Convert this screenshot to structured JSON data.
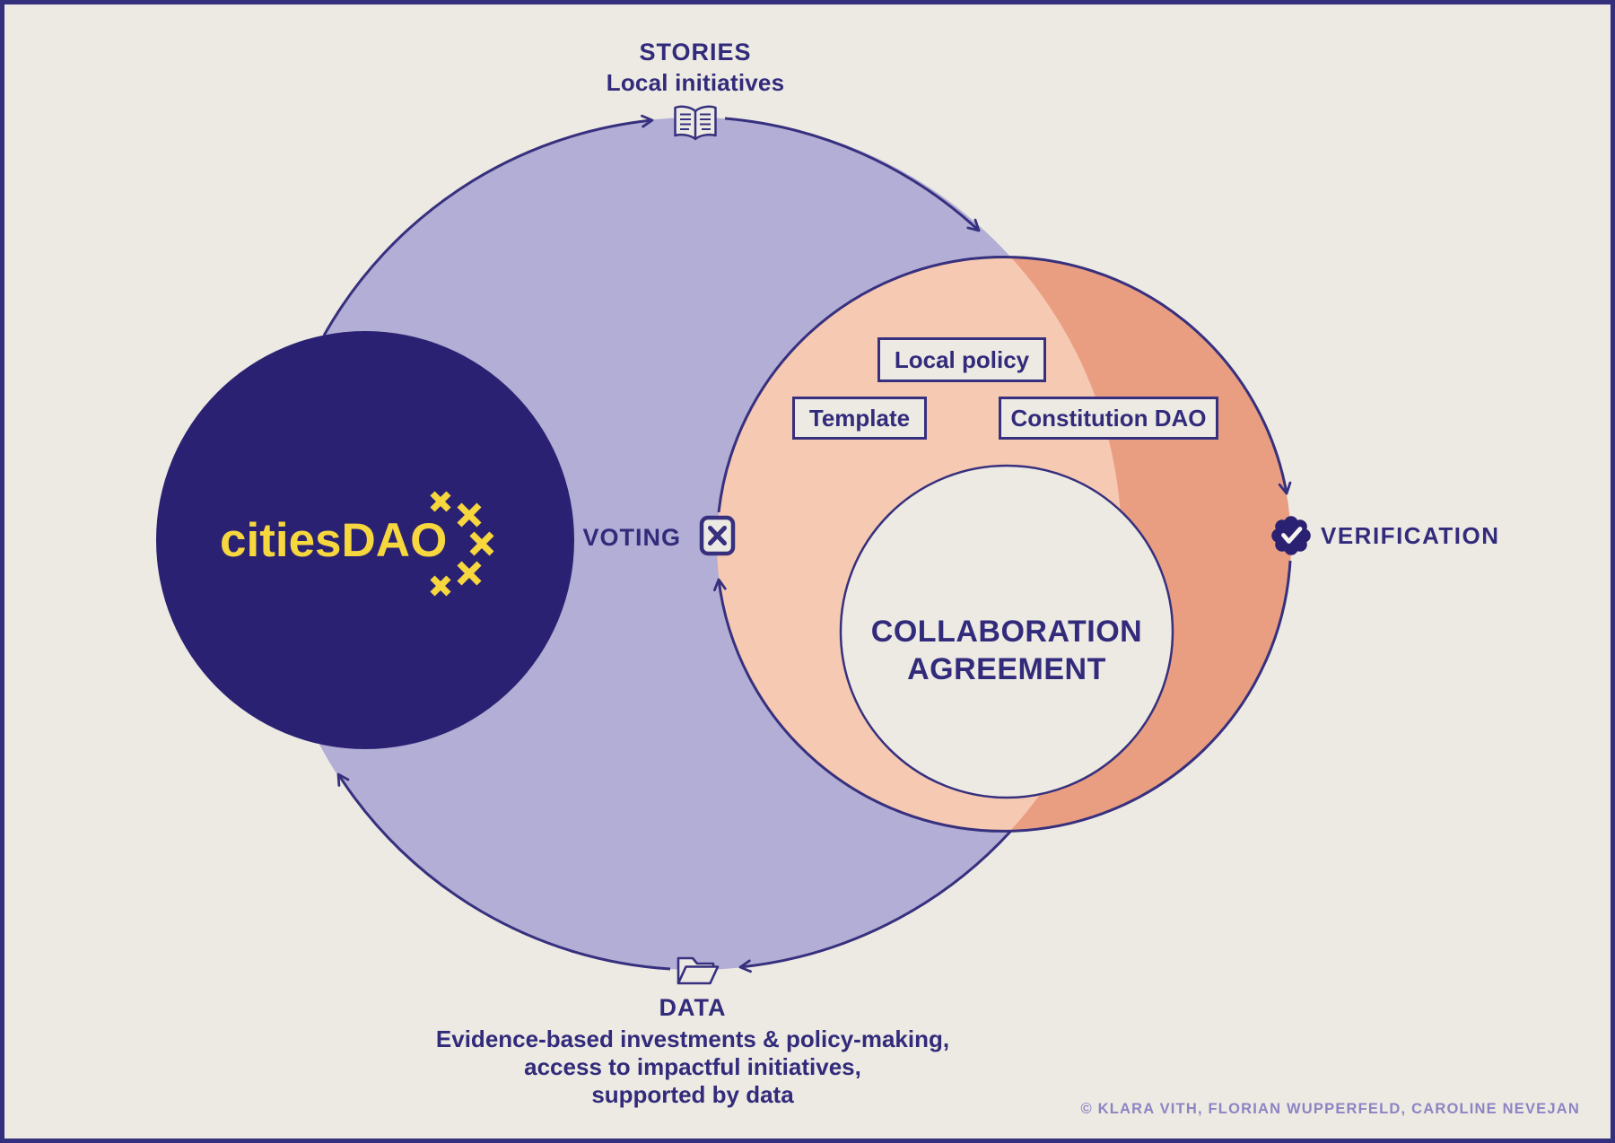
{
  "logo": {
    "text": "citiesDAO"
  },
  "stories": {
    "title": "STORIES",
    "subtitle": "Local initiatives"
  },
  "voting": {
    "label": "VOTING"
  },
  "verification": {
    "label": "VERIFICATION"
  },
  "collaboration": {
    "line1": "COLLABORATION",
    "line2": "AGREEMENT"
  },
  "boxes": {
    "local_policy": "Local policy",
    "template": "Template",
    "constitution_dao": "Constitution DAO"
  },
  "data_section": {
    "title": "DATA",
    "lines": [
      "Evidence-based investments & policy-making,",
      "access to impactful initiatives,",
      "supported by data"
    ]
  },
  "credit": "©  KLARA VITH, FLORIAN WUPPERFELD, CAROLINE NEVEJAN",
  "icons": {
    "stories": "open-book-icon",
    "voting": "ballot-x-icon",
    "verification": "badge-check-icon",
    "data": "open-folder-icon",
    "logo_marks": "x-cross-marks"
  },
  "palette": {
    "background": "#EDEAE3",
    "frame": "#35307E",
    "navy_circle": "#2B2173",
    "ink": "#322B7B",
    "lavender_circle": "#B2AED5",
    "overlap_peach": "#F6C9B3",
    "orange_circle": "#E99E82",
    "logo_yellow": "#F6D73E",
    "credit_text": "#8D84C3"
  }
}
